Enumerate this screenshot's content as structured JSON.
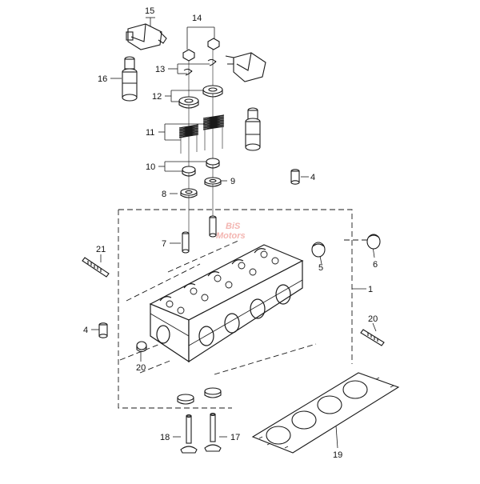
{
  "diagram": {
    "callouts": [
      {
        "id": "callout-1",
        "label": "1"
      },
      {
        "id": "callout-4a",
        "label": "4"
      },
      {
        "id": "callout-4b",
        "label": "4"
      },
      {
        "id": "callout-5",
        "label": "5"
      },
      {
        "id": "callout-6",
        "label": "6"
      },
      {
        "id": "callout-7",
        "label": "7"
      },
      {
        "id": "callout-8",
        "label": "8"
      },
      {
        "id": "callout-9",
        "label": "9"
      },
      {
        "id": "callout-10",
        "label": "10"
      },
      {
        "id": "callout-11",
        "label": "11"
      },
      {
        "id": "callout-12",
        "label": "12"
      },
      {
        "id": "callout-13",
        "label": "13"
      },
      {
        "id": "callout-14",
        "label": "14"
      },
      {
        "id": "callout-15",
        "label": "15"
      },
      {
        "id": "callout-16",
        "label": "16"
      },
      {
        "id": "callout-17",
        "label": "17"
      },
      {
        "id": "callout-18",
        "label": "18"
      },
      {
        "id": "callout-19",
        "label": "19"
      },
      {
        "id": "callout-20a",
        "label": "20"
      },
      {
        "id": "callout-20b",
        "label": "20"
      },
      {
        "id": "callout-21",
        "label": "21"
      }
    ],
    "watermark": {
      "line1": "BiS",
      "line2": "Motors"
    },
    "colors": {
      "ink": "#1a1a1a",
      "watermark": "#f2a9a4",
      "background": "#ffffff"
    }
  }
}
